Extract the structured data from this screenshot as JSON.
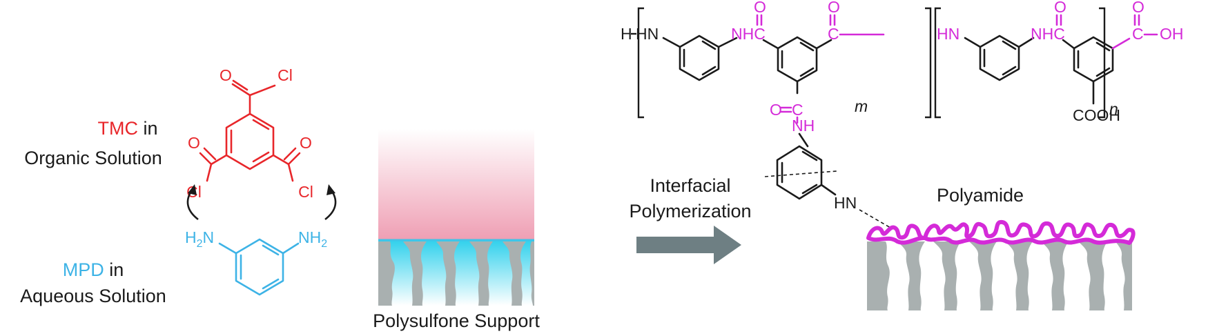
{
  "colors": {
    "tmc": "#e8262a",
    "mpd": "#3db3e6",
    "polyamide": "#d42ad8",
    "support": "#a9b0b0",
    "arrow": "#6e7f83",
    "text": "#1a1a1a"
  },
  "left": {
    "tmc_name": "TMC",
    "tmc_suffix": " in",
    "tmc_solution": "Organic Solution",
    "mpd_name": "MPD",
    "mpd_suffix": " in",
    "mpd_solution": "Aqueous Solution",
    "cl": "Cl",
    "o": "O",
    "h2n_h": "H",
    "h2n_sub": "2",
    "h2n_n": "N",
    "nh2_nh": "NH",
    "nh2_sub": "2"
  },
  "middle": {
    "support_label": "Polysulfone Support"
  },
  "arrow": {
    "line1": "Interfacial",
    "line2": "Polymerization"
  },
  "right": {
    "h": "H",
    "hn": "HN",
    "nhc": "NHC",
    "c": "C",
    "o": "O",
    "oh": "OH",
    "nh": "NH",
    "cooh": "COOH",
    "m": "m",
    "n": "n",
    "hn_link": "HN",
    "polyamide_label": "Polyamide"
  }
}
